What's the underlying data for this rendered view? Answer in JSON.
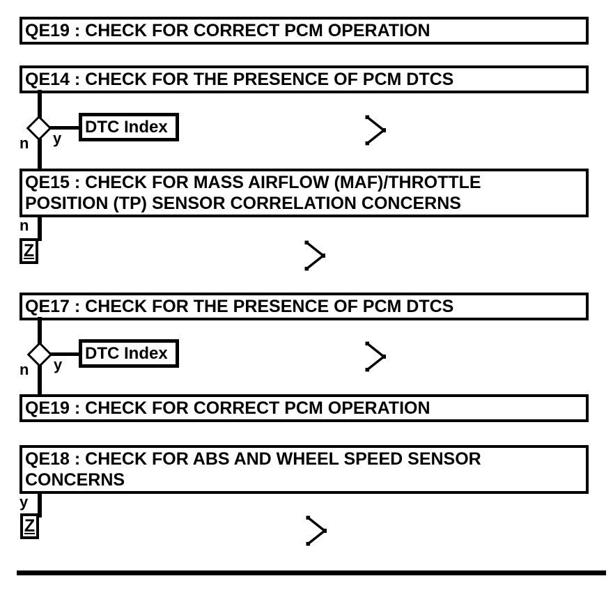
{
  "colors": {
    "ink": "#000000",
    "paper": "#ffffff"
  },
  "boxes": [
    {
      "id": "qe19-top",
      "label": "QE19 : CHECK FOR CORRECT PCM OPERATION"
    },
    {
      "id": "qe14",
      "label": "QE14 : CHECK FOR THE PRESENCE OF PCM DTCS"
    },
    {
      "id": "qe15",
      "label": "QE15 : CHECK FOR MASS AIRFLOW (MAF)/THROTTLE\nPOSITION (TP) SENSOR CORRELATION CONCERNS"
    },
    {
      "id": "qe17",
      "label": "QE17 : CHECK FOR THE PRESENCE OF PCM DTCS"
    },
    {
      "id": "qe19-mid",
      "label": "QE19 : CHECK FOR CORRECT PCM OPERATION"
    },
    {
      "id": "qe18",
      "label": "QE18 : CHECK FOR ABS AND WHEEL SPEED SENSOR\nCONCERNS"
    }
  ],
  "decisions": [
    {
      "after": "qe14",
      "no_label": "n",
      "yes_label": "y",
      "yes_target": "DTC Index"
    },
    {
      "after": "qe17",
      "no_label": "n",
      "yes_label": "y",
      "yes_target": "DTC Index"
    }
  ],
  "dtc_links": [
    {
      "label": "DTC Index"
    },
    {
      "label": "DTC Index"
    }
  ],
  "branch_exits": [
    {
      "after": "qe15",
      "label": "n",
      "connector": "Z"
    },
    {
      "after": "qe18",
      "label": "y",
      "connector": "Z"
    }
  ],
  "connectors": [
    {
      "label": "Z"
    },
    {
      "label": "Z"
    }
  ]
}
